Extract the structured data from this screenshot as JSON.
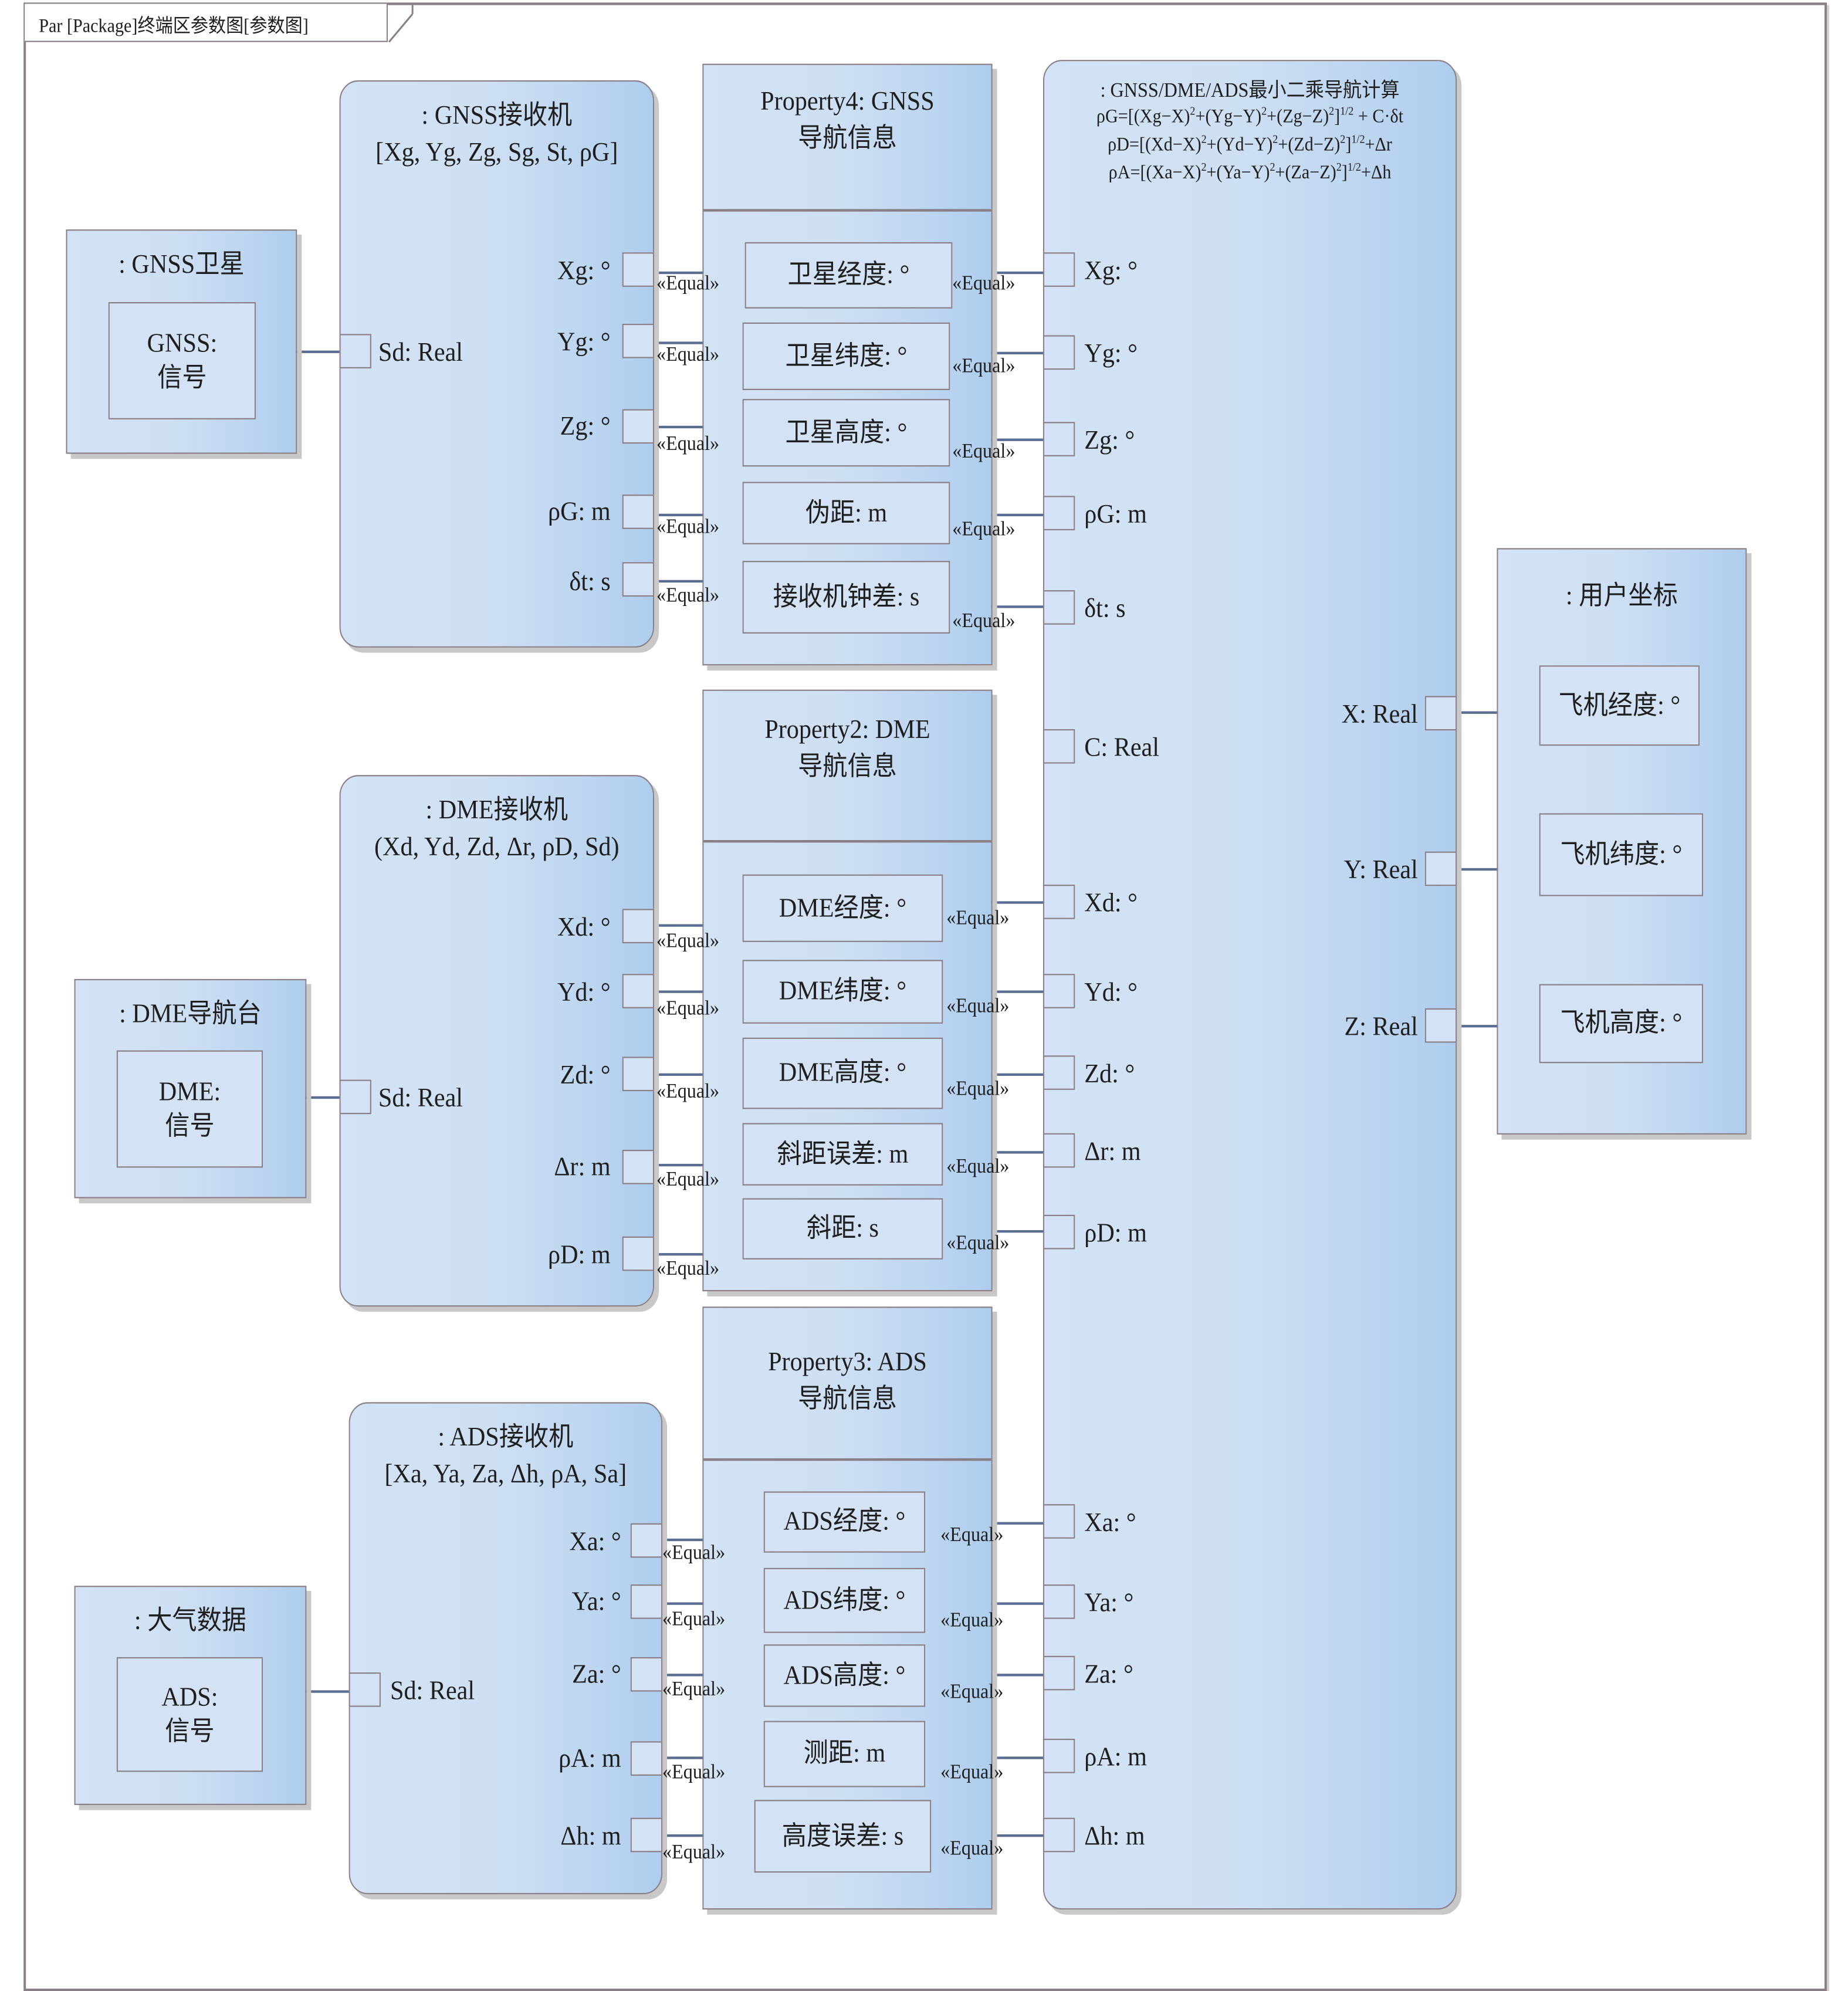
{
  "diagram": {
    "frame_title": "Par [Package]终端区参数图[参数图]",
    "connector_label": "«Equal»",
    "colors": {
      "block_fill_light": "#d3e3f5",
      "block_fill_dark": "#aecdee",
      "border": "#8a7f86",
      "wire": "#5b6e92"
    }
  },
  "sources": [
    {
      "title": ": GNSS卫星",
      "inner": [
        "GNSS:",
        "信号"
      ]
    },
    {
      "title": ": DME导航台",
      "inner": [
        "DME:",
        "信号"
      ]
    },
    {
      "title": ": 大气数据",
      "inner": [
        "ADS:",
        "信号"
      ]
    }
  ],
  "receivers": [
    {
      "title": ": GNSS接收机",
      "params": "[Xg, Yg, Zg, Sg, St, ρG]",
      "input": "Sd: Real",
      "outputs": [
        "Xg: °",
        "Yg: °",
        "Zg: °",
        "ρG: m",
        "δt: s"
      ]
    },
    {
      "title": ": DME接收机",
      "params": "(Xd, Yd, Zd, Δr, ρD, Sd)",
      "input": "Sd: Real",
      "outputs": [
        "Xd: °",
        "Yd: °",
        "Zd: °",
        "Δr: m",
        "ρD: m"
      ]
    },
    {
      "title": ": ADS接收机",
      "params": "[Xa, Ya, Za, Δh, ρA, Sa]",
      "input": "Sd: Real",
      "outputs": [
        "Xa: °",
        "Ya: °",
        "Za: °",
        "ρA: m",
        "Δh: m"
      ]
    }
  ],
  "properties": [
    {
      "title": "Property4: GNSS",
      "subtitle": "导航信息",
      "items": [
        "卫星经度: °",
        "卫星纬度: °",
        "卫星高度: °",
        "伪距: m",
        "接收机钟差: s"
      ]
    },
    {
      "title": "Property2: DME",
      "subtitle": "导航信息",
      "items": [
        "DME经度: °",
        "DME纬度: °",
        "DME高度: °",
        "斜距误差: m",
        "斜距: s"
      ]
    },
    {
      "title": "Property3: ADS",
      "subtitle": "导航信息",
      "items": [
        "ADS经度: °",
        "ADS纬度: °",
        "ADS高度: °",
        "测距: m",
        "高度误差: s"
      ]
    }
  ],
  "calc": {
    "title": ": GNSS/DME/ADS最小二乘导航计算",
    "formulas": {
      "g": {
        "a": "ρG=[(Xg−X)",
        "b": "+(Yg−Y)",
        "c": "+(Zg−Z)",
        "d": "]",
        "e": " + C·δt"
      },
      "d": {
        "a": "ρD=[(Xd−X)",
        "b": "+(Yd−Y)",
        "c": "+(Zd−Z)",
        "d": "]",
        "e": "+Δr"
      },
      "a": {
        "a": "ρA=[(Xa−X)",
        "b": "+(Ya−Y)",
        "c": "+(Za−Z)",
        "d": "]",
        "e": "+Δh"
      },
      "sq": "2",
      "half": "1/2"
    },
    "inputs": [
      "Xg: °",
      "Yg: °",
      "Zg: °",
      "ρG: m",
      "δt: s",
      "C: Real",
      "Xd: °",
      "Yd: °",
      "Zd: °",
      "Δr: m",
      "ρD: m",
      "Xa: °",
      "Ya: °",
      "Za: °",
      "ρA: m",
      "Δh: m"
    ],
    "outputs": [
      "X: Real",
      "Y: Real",
      "Z: Real"
    ]
  },
  "user": {
    "title": ": 用户坐标",
    "items": [
      "飞机经度: °",
      "飞机纬度: °",
      "飞机高度: °"
    ]
  }
}
